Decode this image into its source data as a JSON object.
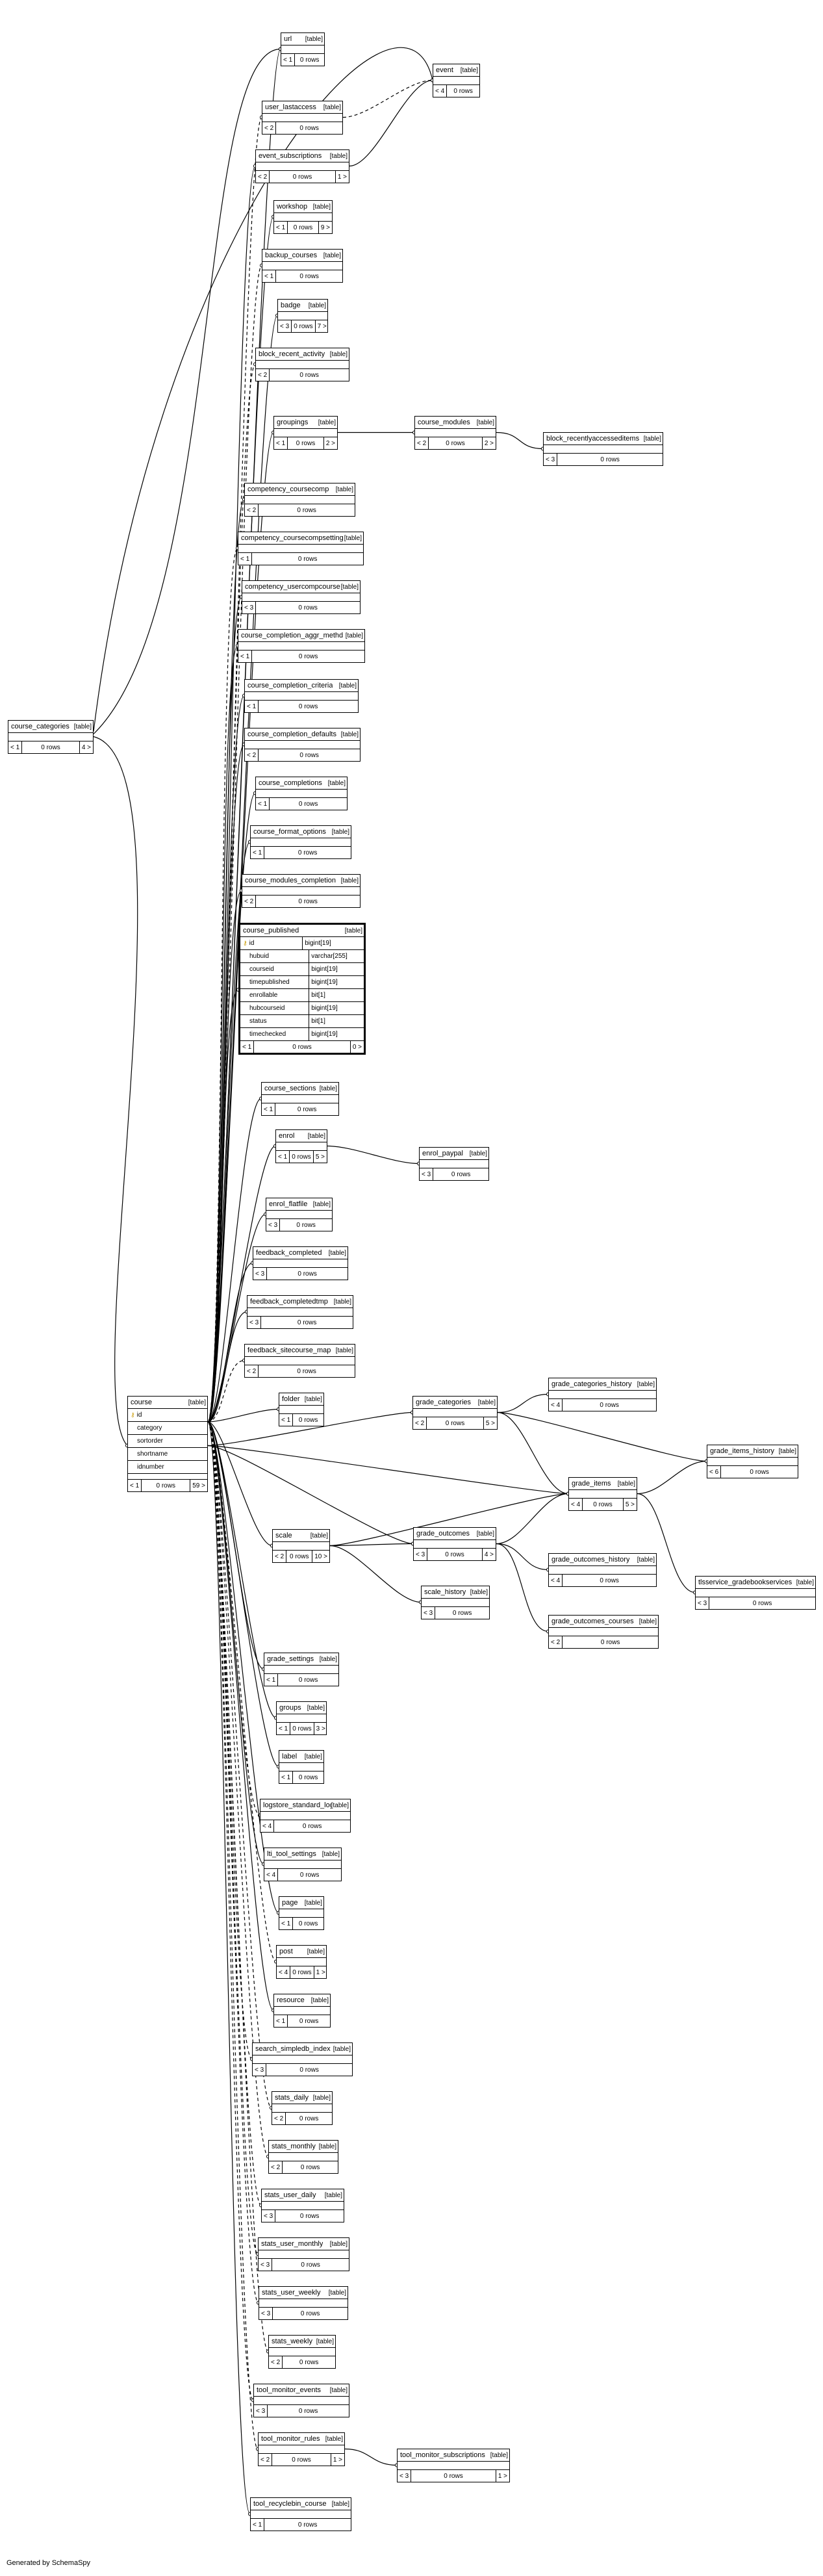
{
  "table_tag": "[table]",
  "rows_suffix": "0 rows",
  "footer": "Generated by SchemaSpy",
  "focus_table": {
    "name": "course_published",
    "tag": "[table]",
    "columns": [
      {
        "name": "id",
        "type": "bigint[19]",
        "pk": true
      },
      {
        "name": "hubuid",
        "type": "varchar[255]"
      },
      {
        "name": "courseid",
        "type": "bigint[19]"
      },
      {
        "name": "timepublished",
        "type": "bigint[19]"
      },
      {
        "name": "enrollable",
        "type": "bit[1]"
      },
      {
        "name": "hubcourseid",
        "type": "bigint[19]"
      },
      {
        "name": "status",
        "type": "bit[1]"
      },
      {
        "name": "timechecked",
        "type": "bigint[19]"
      }
    ],
    "parents": "< 1",
    "rows": "0 rows",
    "children": "0 >"
  },
  "course_table": {
    "name": "course",
    "tag": "[table]",
    "columns": [
      {
        "name": "id",
        "pk": true
      },
      {
        "name": "category"
      },
      {
        "name": "sortorder"
      },
      {
        "name": "shortname"
      },
      {
        "name": "idnumber"
      }
    ],
    "parents": "< 1",
    "rows": "0 rows",
    "children": "59 >"
  },
  "tables": [
    {
      "name": "url",
      "parents": "< 1",
      "children": ""
    },
    {
      "name": "event",
      "parents": "< 4",
      "children": ""
    },
    {
      "name": "user_lastaccess",
      "parents": "< 2",
      "children": ""
    },
    {
      "name": "event_subscriptions",
      "parents": "< 2",
      "children": "1 >"
    },
    {
      "name": "workshop",
      "parents": "< 1",
      "children": "9 >"
    },
    {
      "name": "backup_courses",
      "parents": "< 1",
      "children": ""
    },
    {
      "name": "badge",
      "parents": "< 3",
      "children": "7 >"
    },
    {
      "name": "block_recent_activity",
      "parents": "< 2",
      "children": ""
    },
    {
      "name": "groupings",
      "parents": "< 1",
      "children": "2 >"
    },
    {
      "name": "course_modules",
      "parents": "< 2",
      "children": "2 >"
    },
    {
      "name": "block_recentlyaccesseditems",
      "parents": "< 3",
      "children": ""
    },
    {
      "name": "competency_coursecomp",
      "parents": "< 2",
      "children": ""
    },
    {
      "name": "competency_coursecompsetting",
      "parents": "< 1",
      "children": ""
    },
    {
      "name": "competency_usercompcourse",
      "parents": "< 3",
      "children": ""
    },
    {
      "name": "course_completion_aggr_methd",
      "parents": "< 1",
      "children": ""
    },
    {
      "name": "course_categories",
      "parents": "< 1",
      "children": "4 >"
    },
    {
      "name": "course_completion_criteria",
      "parents": "< 1",
      "children": ""
    },
    {
      "name": "course_completion_defaults",
      "parents": "< 2",
      "children": ""
    },
    {
      "name": "course_completions",
      "parents": "< 1",
      "children": ""
    },
    {
      "name": "course_format_options",
      "parents": "< 1",
      "children": ""
    },
    {
      "name": "course_modules_completion",
      "parents": "< 2",
      "children": ""
    },
    {
      "name": "course_sections",
      "parents": "< 1",
      "children": ""
    },
    {
      "name": "enrol",
      "parents": "< 1",
      "children": "5 >"
    },
    {
      "name": "enrol_paypal",
      "parents": "< 3",
      "children": ""
    },
    {
      "name": "enrol_flatfile",
      "parents": "< 3",
      "children": ""
    },
    {
      "name": "feedback_completed",
      "parents": "< 3",
      "children": ""
    },
    {
      "name": "feedback_completedtmp",
      "parents": "< 3",
      "children": ""
    },
    {
      "name": "feedback_sitecourse_map",
      "parents": "< 2",
      "children": ""
    },
    {
      "name": "folder",
      "parents": "< 1",
      "children": ""
    },
    {
      "name": "grade_categories",
      "parents": "< 2",
      "children": "5 >"
    },
    {
      "name": "grade_categories_history",
      "parents": "< 4",
      "children": ""
    },
    {
      "name": "grade_items_history",
      "parents": "< 6",
      "children": ""
    },
    {
      "name": "grade_items",
      "parents": "< 4",
      "children": "5 >"
    },
    {
      "name": "scale",
      "parents": "< 2",
      "children": "10 >"
    },
    {
      "name": "grade_outcomes",
      "parents": "< 3",
      "children": "4 >"
    },
    {
      "name": "grade_outcomes_history",
      "parents": "< 4",
      "children": ""
    },
    {
      "name": "tlsservice_gradebookservices",
      "parents": "< 3",
      "children": ""
    },
    {
      "name": "scale_history",
      "parents": "< 3",
      "children": ""
    },
    {
      "name": "grade_outcomes_courses",
      "parents": "< 2",
      "children": ""
    },
    {
      "name": "grade_settings",
      "parents": "< 1",
      "children": ""
    },
    {
      "name": "groups",
      "parents": "< 1",
      "children": "3 >"
    },
    {
      "name": "label",
      "parents": "< 1",
      "children": ""
    },
    {
      "name": "logstore_standard_log",
      "parents": "< 4",
      "children": ""
    },
    {
      "name": "lti_tool_settings",
      "parents": "< 4",
      "children": ""
    },
    {
      "name": "page",
      "parents": "< 1",
      "children": ""
    },
    {
      "name": "post",
      "parents": "< 4",
      "children": "1 >"
    },
    {
      "name": "resource",
      "parents": "< 1",
      "children": ""
    },
    {
      "name": "search_simpledb_index",
      "parents": "< 3",
      "children": ""
    },
    {
      "name": "stats_daily",
      "parents": "< 2",
      "children": ""
    },
    {
      "name": "stats_monthly",
      "parents": "< 2",
      "children": ""
    },
    {
      "name": "stats_user_daily",
      "parents": "< 3",
      "children": ""
    },
    {
      "name": "stats_user_monthly",
      "parents": "< 3",
      "children": ""
    },
    {
      "name": "stats_user_weekly",
      "parents": "< 3",
      "children": ""
    },
    {
      "name": "stats_weekly",
      "parents": "< 2",
      "children": ""
    },
    {
      "name": "tool_monitor_events",
      "parents": "< 3",
      "children": ""
    },
    {
      "name": "tool_monitor_rules",
      "parents": "< 2",
      "children": "1 >"
    },
    {
      "name": "tool_monitor_subscriptions",
      "parents": "< 3",
      "children": "1 >"
    },
    {
      "name": "tool_recyclebin_course",
      "parents": "< 1",
      "children": ""
    }
  ]
}
